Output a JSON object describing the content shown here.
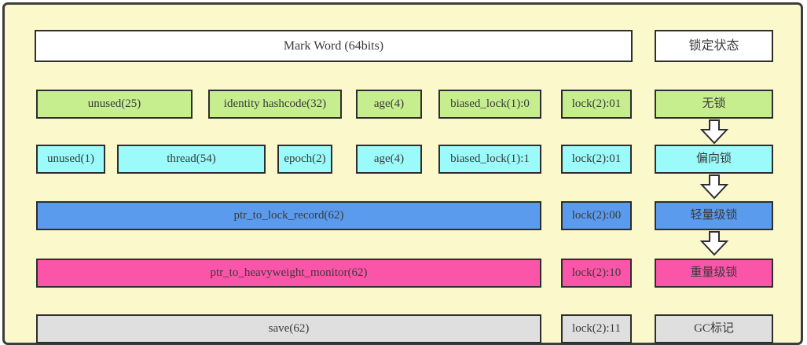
{
  "title_row": {
    "mark_word": "Mark Word (64bits)",
    "lock_state": "锁定状态"
  },
  "rows": [
    {
      "state": "无锁",
      "color": "green",
      "cells": [
        "unused(25)",
        "identity hashcode(32)",
        "age(4)",
        "biased_lock(1):0",
        "lock(2):01"
      ],
      "arrow_to_next": true
    },
    {
      "state": "偏向锁",
      "color": "cyan",
      "cells": [
        "unused(1)",
        "thread(54)",
        "epoch(2)",
        "age(4)",
        "biased_lock(1):1",
        "lock(2):01"
      ],
      "arrow_to_next": true
    },
    {
      "state": "轻量级锁",
      "color": "blue",
      "cells": [
        "ptr_to_lock_record(62)",
        "lock(2):00"
      ],
      "arrow_to_next": true
    },
    {
      "state": "重量级锁",
      "color": "pink",
      "cells": [
        "ptr_to_heavyweight_monitor(62)",
        "lock(2):10"
      ],
      "arrow_to_next": false
    },
    {
      "state": "GC标记",
      "color": "gray",
      "cells": [
        "save(62)",
        "lock(2):11"
      ],
      "arrow_to_next": false
    }
  ],
  "colors": {
    "background": "#fbf8cc",
    "frame_border": "#3c3c3c",
    "box_border": "#2e2e2e",
    "text": "#3a3a3a",
    "white": "#ffffff",
    "green": "#c6ee8f",
    "cyan": "#9bfafa",
    "blue": "#5b9bee",
    "pink": "#fa55a8",
    "gray": "#dfdfdf"
  }
}
